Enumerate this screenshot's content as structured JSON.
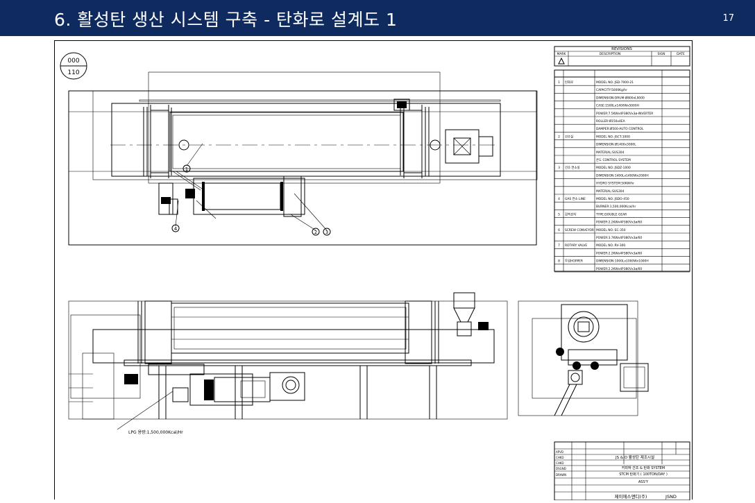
{
  "header": {
    "title": "6. 활성탄 생산 시스템 구축 - 탄화로 설계도 1",
    "page": "17"
  },
  "drawing": {
    "sheet_code_top": "000",
    "sheet_code_bottom": "110",
    "callouts": [
      "1",
      "2",
      "3",
      "4"
    ],
    "lpg_label": "LPG 용량:1,500,000Kcal/Hr",
    "revisions": {
      "title": "REVISIONS",
      "cols": [
        "MARK",
        "DESCRIPTION",
        "SIGN",
        "DATE"
      ]
    },
    "parts_rows": [
      {
        "no": "1",
        "name": "탄화로",
        "spec": "MODEL NO.:JSD-7000-21"
      },
      {
        "no": "",
        "name": "",
        "spec": "CAPACITY:5000Kg/hr"
      },
      {
        "no": "",
        "name": "",
        "spec": "DIMENSION:DRUM:Ø800xL9000"
      },
      {
        "no": "",
        "name": "",
        "spec": "CASE:1500Lx1400Wx5000H"
      },
      {
        "no": "",
        "name": "",
        "spec": "POWER:7.5KWx4P380Vx3ø-INVERTER"
      },
      {
        "no": "",
        "name": "",
        "spec": "ROLLER:Ø150x4EA"
      },
      {
        "no": "",
        "name": "",
        "spec": "DAMPER:Ø500-AUTO CONTROL"
      },
      {
        "no": "2",
        "name": "건조실",
        "spec": "MODEL NO.:JSCT-1000"
      },
      {
        "no": "",
        "name": "",
        "spec": "DIMENSION:Ø1400x3000L"
      },
      {
        "no": "",
        "name": "",
        "spec": "MATERIAL:SUS304"
      },
      {
        "no": "",
        "name": "",
        "spec": "온도 CONTROL SYSTEM"
      },
      {
        "no": "3",
        "name": "건조 연소실",
        "spec": "MODEL NO.:JSDZ-1000"
      },
      {
        "no": "",
        "name": "",
        "spec": "DIMENSION:1400Lx1400Wx2000H"
      },
      {
        "no": "",
        "name": "",
        "spec": "HYDRO SYSTEM:50KW/hr"
      },
      {
        "no": "",
        "name": "",
        "spec": "MATERIAL:SUS304"
      },
      {
        "no": "4",
        "name": "GAS 연소 LINE",
        "spec": "MODEL NO.:JSDO-450"
      },
      {
        "no": "",
        "name": "",
        "spec": "BURNER:1,500,000Kcal/hr"
      },
      {
        "no": "5",
        "name": "감속장치",
        "spec": "TYPE:DOUBLE GEAR"
      },
      {
        "no": "",
        "name": "",
        "spec": "POWER:2.2KWx4P380Vx3ø/60"
      },
      {
        "no": "6",
        "name": "SCREW CONVEYOR",
        "spec": "MODEL NO.:SC-350"
      },
      {
        "no": "",
        "name": "",
        "spec": "POWER:3.7KWx4P380Vx3ø/60"
      },
      {
        "no": "7",
        "name": "ROTARY VALVE",
        "spec": "MODEL NO.:RV-300"
      },
      {
        "no": "",
        "name": "",
        "spec": "POWER:2.2KWx4P380Vx3ø/60"
      },
      {
        "no": "8",
        "name": "투입HOPPER",
        "spec": "DIMENSION:1000Lx1000Wx1000H"
      },
      {
        "no": "",
        "name": "",
        "spec": "POWER:2.2KWx4P380Vx3ø/60"
      }
    ],
    "title_block": {
      "project": "JS & D 활성탄 제조시설",
      "system_line1": "커피박 건조 & 탄화 SYSTEM",
      "system_line2": "STCM 탄화기 ( 100TON/DAY )",
      "assy": "ASS'Y",
      "company": "제이에스앤디(주)",
      "company_code": "JSND",
      "row_labels": [
        "APVD",
        "CHKD",
        "CHKD",
        "DSGND",
        "DRAWN"
      ]
    }
  }
}
